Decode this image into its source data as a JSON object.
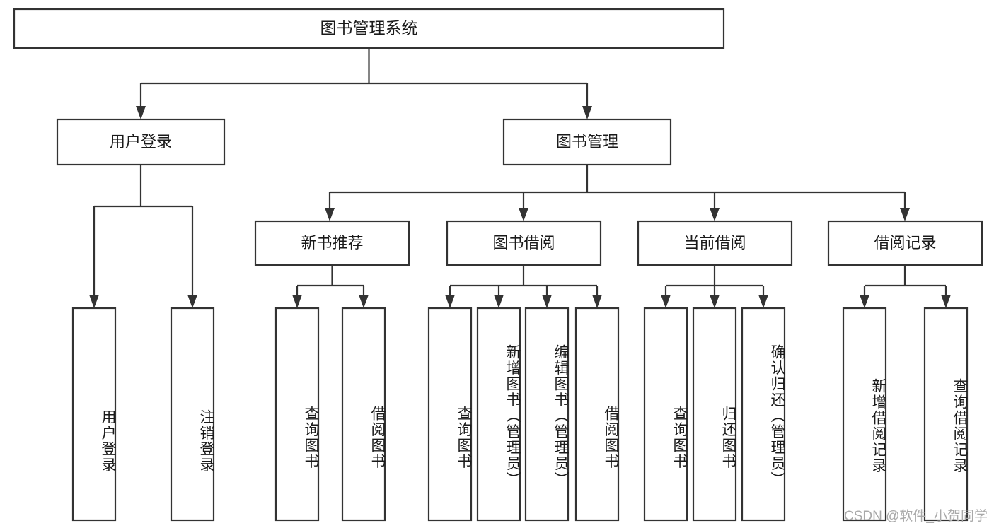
{
  "diagram": {
    "title": "图书管理系统",
    "type": "tree-hierarchy",
    "root": {
      "label": "图书管理系统"
    },
    "level2": [
      {
        "label": "用户登录"
      },
      {
        "label": "图书管理"
      }
    ],
    "level3": [
      {
        "label": "新书推荐"
      },
      {
        "label": "图书借阅"
      },
      {
        "label": "当前借阅"
      },
      {
        "label": "借阅记录"
      }
    ],
    "leaves": {
      "user_login": [
        {
          "label": "用户登录"
        },
        {
          "label": "注销登录"
        }
      ],
      "new_book_recommend": [
        {
          "label": "查询图书"
        },
        {
          "label": "借阅图书"
        }
      ],
      "book_borrow": [
        {
          "label": "查询图书"
        },
        {
          "label": "新增图书（管理员）"
        },
        {
          "label": "编辑图书（管理员）"
        },
        {
          "label": "借阅图书"
        }
      ],
      "current_borrow": [
        {
          "label": "查询图书"
        },
        {
          "label": "归还图书"
        },
        {
          "label": "确认归还（管理员）"
        }
      ],
      "borrow_record": [
        {
          "label": "新增借阅记录"
        },
        {
          "label": "查询借阅记录"
        }
      ]
    }
  },
  "watermark": {
    "text": "CSDN @软件_小贺同学"
  },
  "colors": {
    "box_stroke": "#333333",
    "box_fill": "#ffffff",
    "text": "#1a1a1a",
    "watermark": "#a9a9a9",
    "background": "#ffffff"
  }
}
